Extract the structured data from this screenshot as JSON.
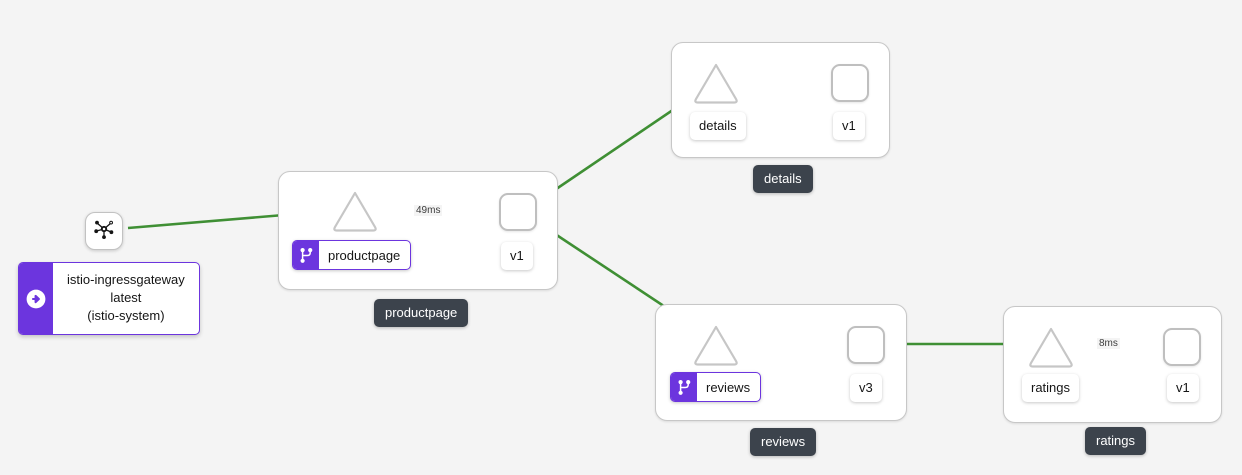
{
  "canvas": {
    "background": "#f4f4f4",
    "edge_color": "#3f8f34",
    "accent_purple": "#6c35de",
    "badge_dark": "#3c434c",
    "node_border": "#bfbfbf"
  },
  "ingress": {
    "icon": "mesh-hub-icon",
    "card_icon": "arrow-circle-right-icon",
    "line1": "istio-ingressgateway",
    "line2": "latest",
    "line3": "(istio-system)"
  },
  "groups": [
    {
      "id": "productpage",
      "badge": "productpage",
      "service": {
        "icon": "triangle-service-icon",
        "label": "productpage",
        "has_vs_badge": true,
        "badge_icon": "virtual-service-icon"
      },
      "workload": {
        "icon": "rounded-square-workload-icon",
        "label": "v1"
      },
      "edge_label": "49ms"
    },
    {
      "id": "details",
      "badge": "details",
      "service": {
        "icon": "triangle-service-icon",
        "label": "details",
        "has_vs_badge": false,
        "badge_icon": ""
      },
      "workload": {
        "icon": "rounded-square-workload-icon",
        "label": "v1"
      },
      "edge_label": ""
    },
    {
      "id": "reviews",
      "badge": "reviews",
      "service": {
        "icon": "triangle-service-icon",
        "label": "reviews",
        "has_vs_badge": true,
        "badge_icon": "virtual-service-icon"
      },
      "workload": {
        "icon": "rounded-square-workload-icon",
        "label": "v3"
      },
      "edge_label": ""
    },
    {
      "id": "ratings",
      "badge": "ratings",
      "service": {
        "icon": "triangle-service-icon",
        "label": "ratings",
        "has_vs_badge": false,
        "badge_icon": ""
      },
      "workload": {
        "icon": "rounded-square-workload-icon",
        "label": "v1"
      },
      "edge_label": "8ms"
    }
  ]
}
